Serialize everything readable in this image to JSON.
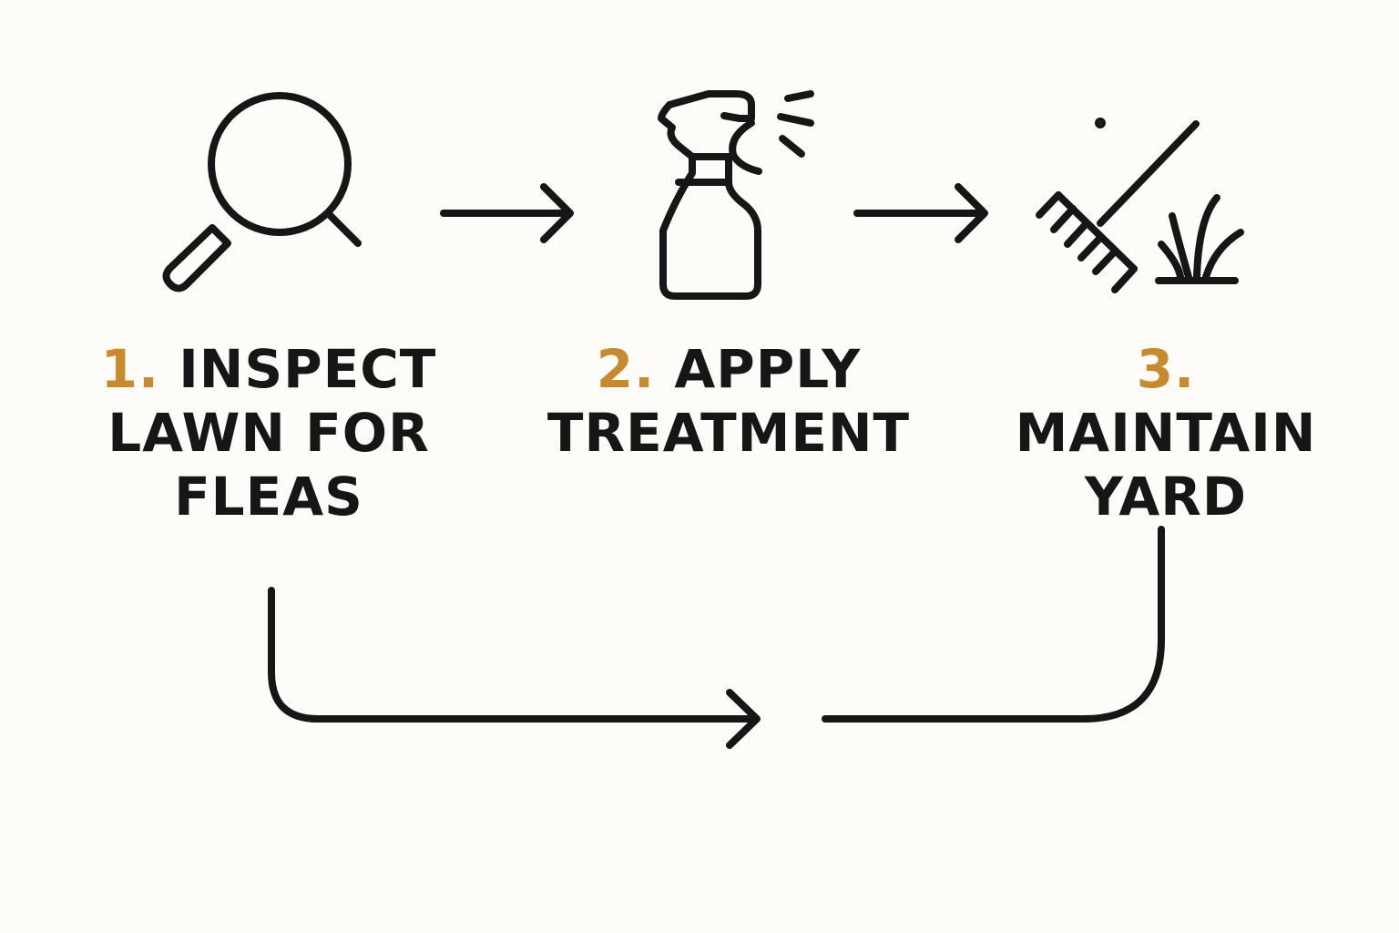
{
  "steps": [
    {
      "number": "1.",
      "label": "INSPECT LAWN FOR FLEAS",
      "icon": "magnifying-glass-icon"
    },
    {
      "number": "2.",
      "label": "APPLY TREATMENT",
      "icon": "spray-bottle-icon"
    },
    {
      "number": "3.",
      "label": "MAINTAIN YARD",
      "icon": "rake-and-grass-icon"
    }
  ],
  "colors": {
    "background": "#fdfcf8",
    "stroke": "#161616",
    "accent": "#c78a2e"
  }
}
